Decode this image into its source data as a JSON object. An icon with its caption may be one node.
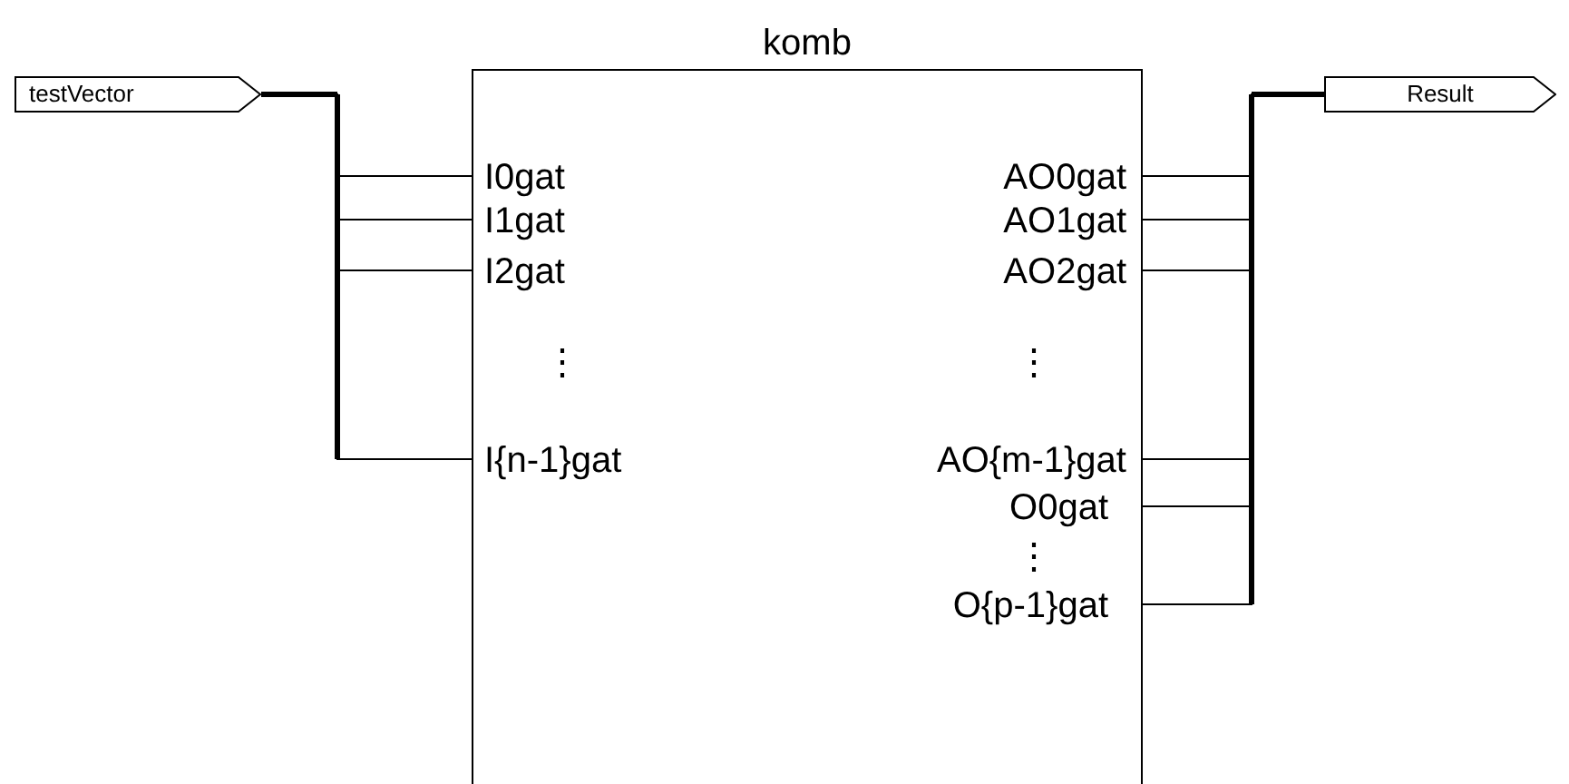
{
  "diagram": {
    "nodes": [
      {
        "text": [
          "testVector"
        ]
      },
      {
        "text": [
          "komb"
        ]
      },
      {
        "text": [
          "I0gat"
        ],
        "in": 1
      },
      {
        "text": [
          "I1gat"
        ],
        "in": 1
      },
      {
        "text": [
          "I2gat"
        ],
        "in": 1
      },
      {
        "text": [
          "I{n-1}gat"
        ],
        "in": 1
      },
      {
        "text": [
          "AO0gat"
        ],
        "in": 1
      },
      {
        "text": [
          "AO1gat"
        ],
        "in": 1
      },
      {
        "text": [
          "AO2gat"
        ],
        "in": 1
      },
      {
        "text": [
          "AO{m-1}gat"
        ],
        "in": 1
      },
      {
        "text": [
          "O0gat"
        ],
        "in": 1
      },
      {
        "text": [
          "O{p-1}gat"
        ],
        "in": 1
      },
      {
        "text": [
          "Result"
        ]
      }
    ],
    "edges": [
      {
        "from": 0,
        "to": 2,
        "arrow": "none"
      },
      {
        "from": 0,
        "to": 3,
        "arrow": "none"
      },
      {
        "from": 0,
        "to": 4,
        "arrow": "none"
      },
      {
        "from": 0,
        "to": 5,
        "arrow": "none"
      },
      {
        "from": 6,
        "to": 12,
        "arrow": "none"
      },
      {
        "from": 7,
        "to": 12,
        "arrow": "none"
      },
      {
        "from": 8,
        "to": 12,
        "arrow": "none"
      },
      {
        "from": 9,
        "to": 12,
        "arrow": "none"
      },
      {
        "from": 10,
        "to": 12,
        "arrow": "none"
      },
      {
        "from": 11,
        "to": 12,
        "arrow": "none"
      }
    ],
    "labels": [
      "⋮",
      "⋮",
      "⋮"
    ]
  }
}
